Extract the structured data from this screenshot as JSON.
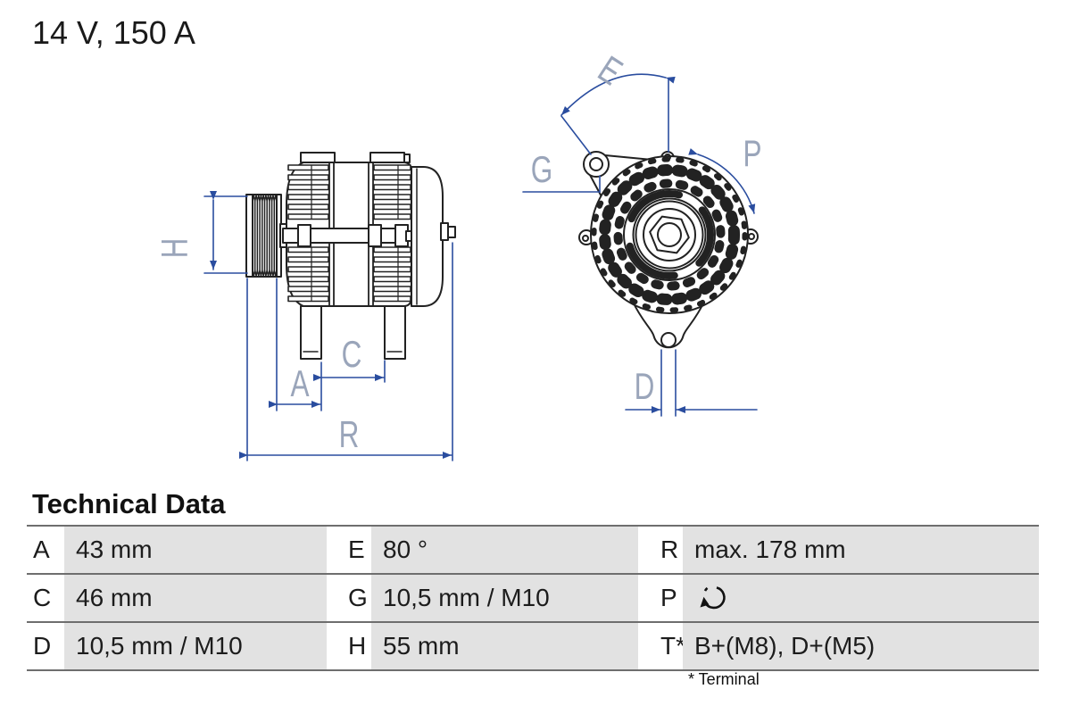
{
  "product": {
    "rating": "14 V, 150 A"
  },
  "section": {
    "title": "Technical Data",
    "footnote": "* Terminal"
  },
  "dimension_labels": {
    "h": "H",
    "a": "A",
    "c": "C",
    "r": "R",
    "e": "E",
    "g": "G",
    "p": "P",
    "d": "D"
  },
  "table": {
    "rows": [
      [
        {
          "key": "A",
          "value": "43 mm"
        },
        {
          "key": "E",
          "value": "80 °"
        },
        {
          "key": "R",
          "value": "max. 178 mm"
        }
      ],
      [
        {
          "key": "C",
          "value": "46 mm"
        },
        {
          "key": "G",
          "value": "10,5 mm / M10"
        },
        {
          "key": "P",
          "value": "",
          "icon": "rotation-direction-icon"
        }
      ],
      [
        {
          "key": "D",
          "value": "10,5 mm / M10"
        },
        {
          "key": "H",
          "value": "55 mm"
        },
        {
          "key": "T*",
          "value": "B+(M8), D+(M5)"
        }
      ]
    ]
  },
  "colors": {
    "dimension_line": "#2a4d9f",
    "dimension_label": "#9aa5ba",
    "drawing_line": "#222222",
    "table_cell_bg": "#e2e2e2",
    "rule": "#6e6e6e"
  }
}
